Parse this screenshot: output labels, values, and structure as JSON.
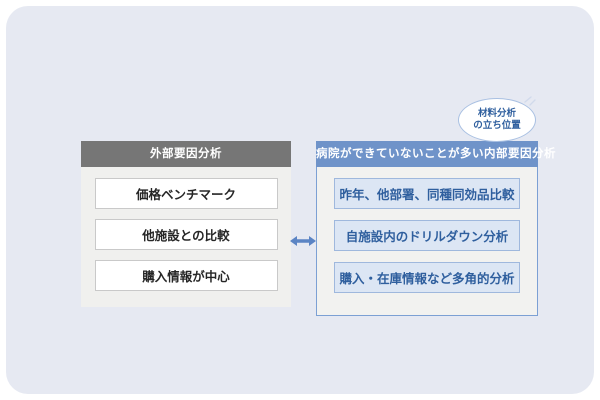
{
  "canvas": {
    "background_color": "#e6e9f2",
    "page_background": "#ffffff"
  },
  "left_panel": {
    "header": "外部要因分析",
    "header_color": "#767676",
    "body_color": "#f0f0ee",
    "items": [
      {
        "label": "価格ベンチマーク"
      },
      {
        "label": "他施設との比較"
      },
      {
        "label": "購入情報が中心"
      }
    ]
  },
  "right_panel": {
    "header": "病院ができていないことが多い内部要因分析",
    "header_color": "#6f93c9",
    "body_color": "#f2f2f0",
    "border_color": "#7ca0d4",
    "items": [
      {
        "label": "昨年、他部署、同種同効品比較"
      },
      {
        "label": "自施設内のドリルダウン分析"
      },
      {
        "label": "購入・在庫情報など多角的分析"
      }
    ]
  },
  "callout": {
    "line1": "材料分析",
    "line2": "の立ち位置",
    "text_color": "#2f5f9e",
    "border_color": "#a9c0e2"
  },
  "connector": {
    "icon": "double-arrow-horizontal-icon",
    "color": "#5b84c4"
  }
}
